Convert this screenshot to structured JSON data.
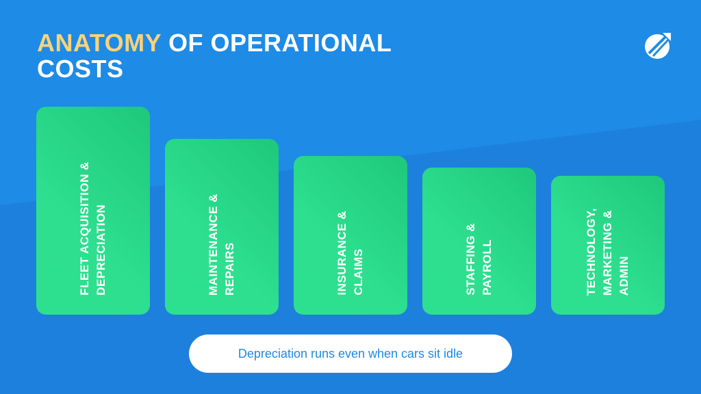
{
  "title": {
    "highlight": "ANATOMY",
    "rest": " OF OPERATIONAL",
    "line2": "COSTS"
  },
  "colors": {
    "background": "#1e8be6",
    "highlight": "#f9d27a",
    "bar": "#2ddf8f"
  },
  "bars": [
    {
      "label": "FLEET ACQUISITION &\nDEPRECIATION"
    },
    {
      "label": "MAINTENANCE &\nREPAIRS"
    },
    {
      "label": "INSURANCE &\nCLAIMS"
    },
    {
      "label": "STAFFING &\nPAYROLL"
    },
    {
      "label": "TECHNOLOGY,\nMARKETING &\nADMIN"
    }
  ],
  "callout": "Depreciation runs even when cars sit idle",
  "logo_icon": "arrow-circle-logo-icon"
}
